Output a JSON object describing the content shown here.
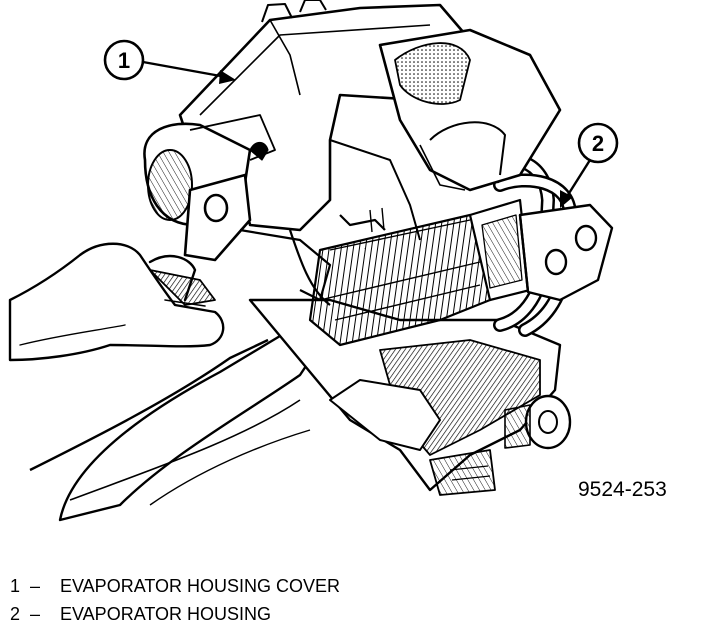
{
  "diagram": {
    "callouts": [
      {
        "number": "1"
      },
      {
        "number": "2"
      }
    ],
    "figure_id": "9524-253",
    "legend": [
      {
        "number": "1",
        "separator": "–",
        "label": "EVAPORATOR HOUSING COVER"
      },
      {
        "number": "2",
        "separator": "–",
        "label": "EVAPORATOR HOUSING"
      }
    ]
  }
}
